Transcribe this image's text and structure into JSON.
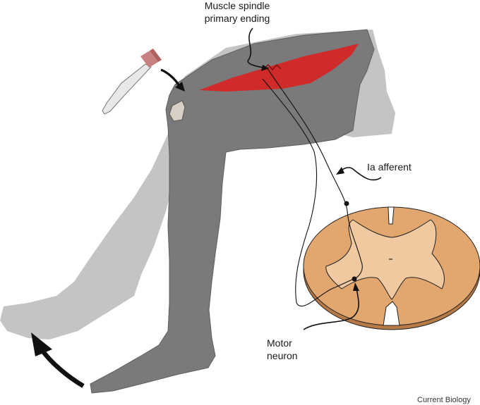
{
  "labels": {
    "muscle_spindle_line1": "Muscle spindle",
    "muscle_spindle_line2": "primary ending",
    "ia_afferent": "Ia afferent",
    "motor_neuron_line1": "Motor",
    "motor_neuron_line2": "neuron",
    "credit": "Current Biology"
  },
  "colors": {
    "leg_dark": "#7a7a7a",
    "leg_light": "#c4c4c4",
    "muscle_red": "#d02a2a",
    "cord_outer": "#e2a66f",
    "cord_grey_matter": "#f1c9a0",
    "cord_rim": "#b57a46",
    "kneecap": "#d8d0c4",
    "hammer_head": "#c98080",
    "hammer_handle": "#e8e8e8",
    "line": "#111111"
  },
  "icons": {
    "reflex_hammer": "reflex-hammer-icon",
    "tap_arrow": "curved-arrow-icon",
    "kick_arrow": "curved-arrow-icon"
  }
}
